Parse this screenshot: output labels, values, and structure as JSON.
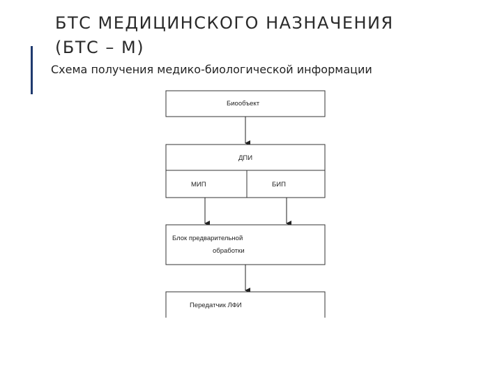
{
  "title": {
    "line1": "БТС МЕДИЦИНСКОГО НАЗНАЧЕНИЯ",
    "line2": "(БТС – М)"
  },
  "subtitle": "Схема получения медико-биологической информации",
  "diagram": {
    "nodes": {
      "bioobject": "Биообъект",
      "dpi": "ДПИ",
      "mip": "МИП",
      "bip": "БИП",
      "preprocessing_line1": "Блок предварительной",
      "preprocessing_line2": "обработки",
      "transmitter": "Передатчик ЛФИ"
    },
    "colors": {
      "accent": "#1f3a6e",
      "box_stroke": "#333333",
      "text": "#222222"
    }
  }
}
